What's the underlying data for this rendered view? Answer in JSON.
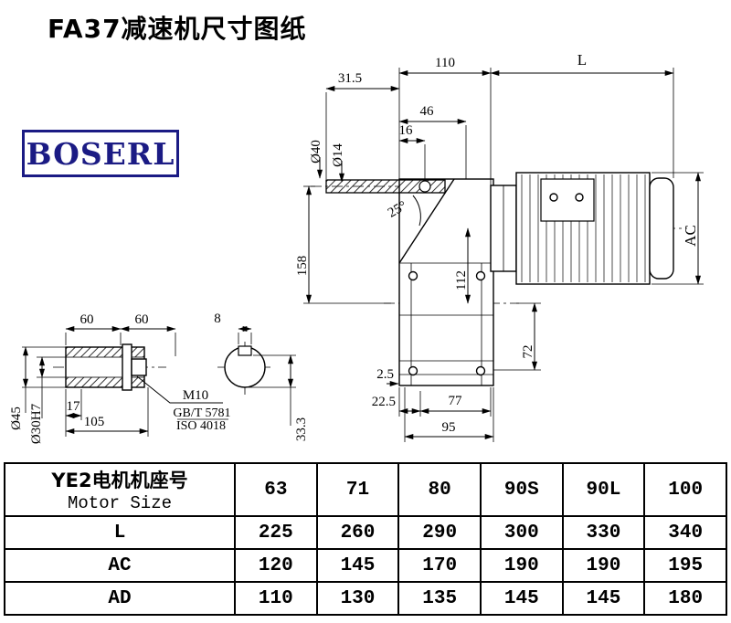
{
  "page": {
    "title": "FA37减速机尺寸图纸"
  },
  "logo": {
    "text": "BOSERL"
  },
  "main_drawing": {
    "dim_110": "110",
    "dim_L": "L",
    "dim_31_5": "31.5",
    "dim_46": "46",
    "dim_16": "16",
    "dim_d40": "Ø40",
    "dim_d14": "Ø14",
    "dim_angle": "25°",
    "dim_158": "158",
    "dim_112": "112",
    "dim_AC": "AC",
    "dim_72": "72",
    "dim_2_5": "2.5",
    "dim_22_5": "22.5",
    "dim_77": "77",
    "dim_95": "95"
  },
  "shaft_detail": {
    "dim_60_left": "60",
    "dim_60_right": "60",
    "dim_8": "8",
    "dim_d45": "Ø45",
    "dim_d30": "Ø30H7",
    "dim_17": "17",
    "dim_105": "105",
    "thread_spec": "M10",
    "standard_gb": "GB/T 5781",
    "standard_iso": "ISO 4018",
    "dim_33_3": "33.3"
  },
  "table": {
    "header_cn": "YE2电机机座号",
    "header_en": "Motor Size",
    "columns": [
      "63",
      "71",
      "80",
      "90S",
      "90L",
      "100"
    ],
    "rows": [
      {
        "label": "L",
        "values": [
          "225",
          "260",
          "290",
          "300",
          "330",
          "340"
        ]
      },
      {
        "label": "AC",
        "values": [
          "120",
          "145",
          "170",
          "190",
          "190",
          "195"
        ]
      },
      {
        "label": "AD",
        "values": [
          "110",
          "130",
          "135",
          "145",
          "145",
          "180"
        ]
      }
    ]
  }
}
